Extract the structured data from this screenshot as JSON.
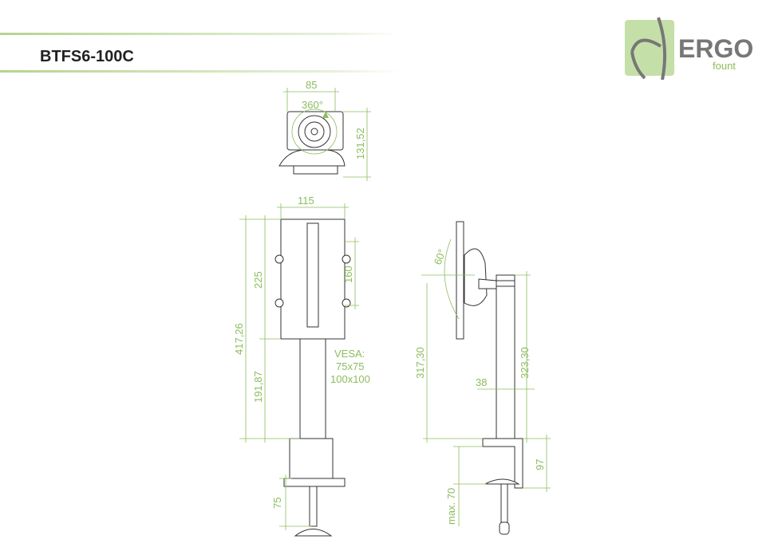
{
  "header": {
    "title": "BTFS6-100C"
  },
  "logo": {
    "word": "ERGO",
    "sub": "fount"
  },
  "top_view": {
    "width": "85",
    "rotation": "360°",
    "height": "131,52"
  },
  "front_view": {
    "width": "115",
    "total_height": "417,26",
    "head_height": "225",
    "pole_height": "191,87",
    "vesa_spacing": "160",
    "vesa_label": "VESA:",
    "vesa_1": "75x75",
    "vesa_2": "100x100",
    "clamp_height": "75"
  },
  "side_view": {
    "tilt": "60°",
    "height_left": "317,30",
    "pole_diameter": "38",
    "height_right": "323,30",
    "clamp_height": "97",
    "max_thickness": "max. 70"
  },
  "colors": {
    "accent": "#8cbc5e"
  }
}
